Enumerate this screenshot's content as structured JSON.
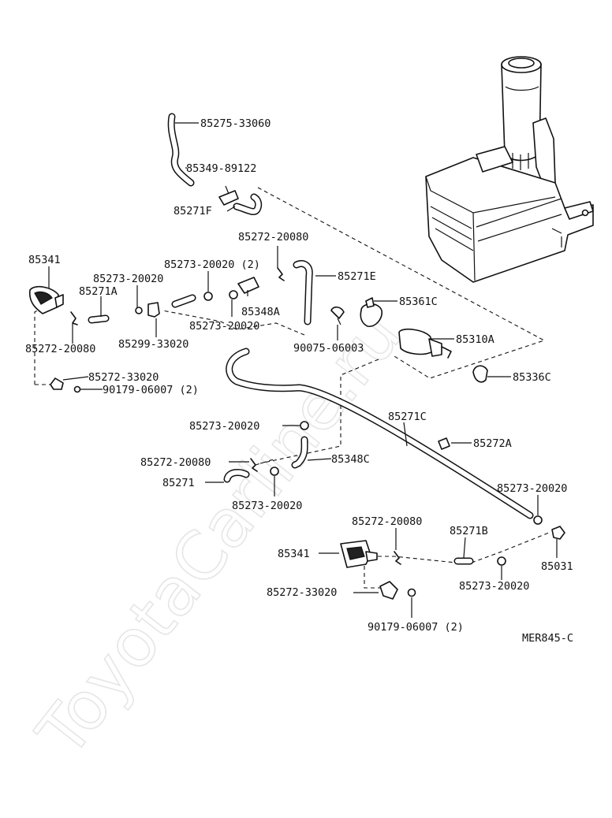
{
  "diagram": {
    "reference_code": "MER845-C",
    "watermark": "ToyotaCarline.ru",
    "labels": [
      {
        "id": "l1",
        "text": "85275-33060"
      },
      {
        "id": "l2",
        "text": "85349-89122"
      },
      {
        "id": "l3",
        "text": "85271F"
      },
      {
        "id": "l4",
        "text": "85272-20080"
      },
      {
        "id": "l5",
        "text": "85341"
      },
      {
        "id": "l6",
        "text": "85273-20020 (2)"
      },
      {
        "id": "l7",
        "text": "85271E"
      },
      {
        "id": "l8",
        "text": "85273-20020"
      },
      {
        "id": "l9",
        "text": "85271A"
      },
      {
        "id": "l10",
        "text": "85348A"
      },
      {
        "id": "l11",
        "text": "85361C"
      },
      {
        "id": "l12",
        "text": "85273-20020"
      },
      {
        "id": "l13",
        "text": "85310A"
      },
      {
        "id": "l14",
        "text": "85272-20080"
      },
      {
        "id": "l15",
        "text": "85299-33020"
      },
      {
        "id": "l16",
        "text": "90075-06003"
      },
      {
        "id": "l17",
        "text": "85272-33020"
      },
      {
        "id": "l18",
        "text": "85336C"
      },
      {
        "id": "l19",
        "text": "90179-06007 (2)"
      },
      {
        "id": "l20",
        "text": "85271C"
      },
      {
        "id": "l21",
        "text": "85273-20020"
      },
      {
        "id": "l22",
        "text": "85272A"
      },
      {
        "id": "l23",
        "text": "85272-20080"
      },
      {
        "id": "l24",
        "text": "85348C"
      },
      {
        "id": "l25",
        "text": "85271"
      },
      {
        "id": "l26",
        "text": "85273-20020"
      },
      {
        "id": "l27",
        "text": "85273-20020"
      },
      {
        "id": "l28",
        "text": "85272-20080"
      },
      {
        "id": "l29",
        "text": "85271B"
      },
      {
        "id": "l30",
        "text": "85341"
      },
      {
        "id": "l31",
        "text": "85031"
      },
      {
        "id": "l32",
        "text": "85273-20020"
      },
      {
        "id": "l33",
        "text": "85272-33020"
      },
      {
        "id": "l34",
        "text": "90179-06007 (2)"
      }
    ]
  }
}
